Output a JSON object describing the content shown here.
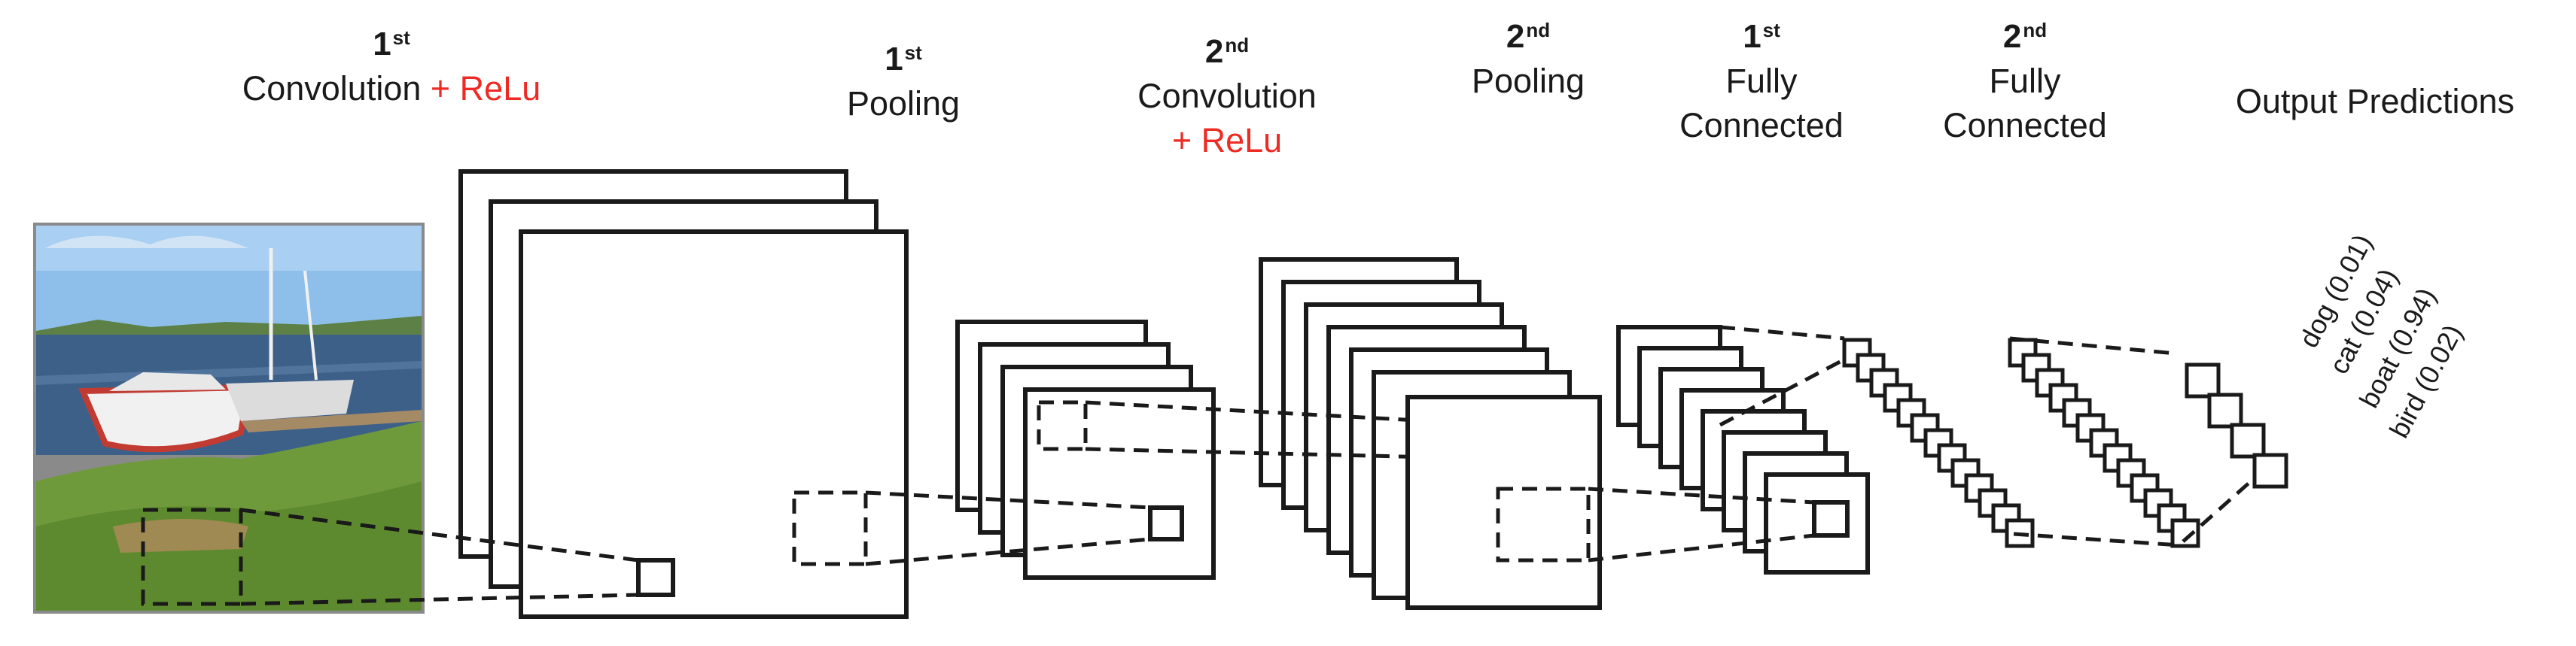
{
  "stages": [
    {
      "ordinal": "1",
      "suffix": "st",
      "line1": "Convolution",
      "accent": "+ ReLu"
    },
    {
      "ordinal": "1",
      "suffix": "st",
      "line1": "Pooling"
    },
    {
      "ordinal": "2",
      "suffix": "nd",
      "line1": "Convolution",
      "accent": "+ ReLu"
    },
    {
      "ordinal": "2",
      "suffix": "nd",
      "line1": "Pooling"
    },
    {
      "ordinal": "1",
      "suffix": "st",
      "line1": "Fully",
      "line2": "Connected"
    },
    {
      "ordinal": "2",
      "suffix": "nd",
      "line1": "Fully",
      "line2": "Connected"
    }
  ],
  "output": {
    "title": "Output Predictions",
    "predictions": [
      "dog (0.01)",
      "cat (0.04)",
      "boat (0.94)",
      "bird (0.02)"
    ]
  },
  "colors": {
    "accent": "#ee2a24",
    "ink": "#1a1a1a",
    "sky": "#7fb3e6",
    "water": "#3c5f86",
    "grass": "#6f9a3c"
  }
}
